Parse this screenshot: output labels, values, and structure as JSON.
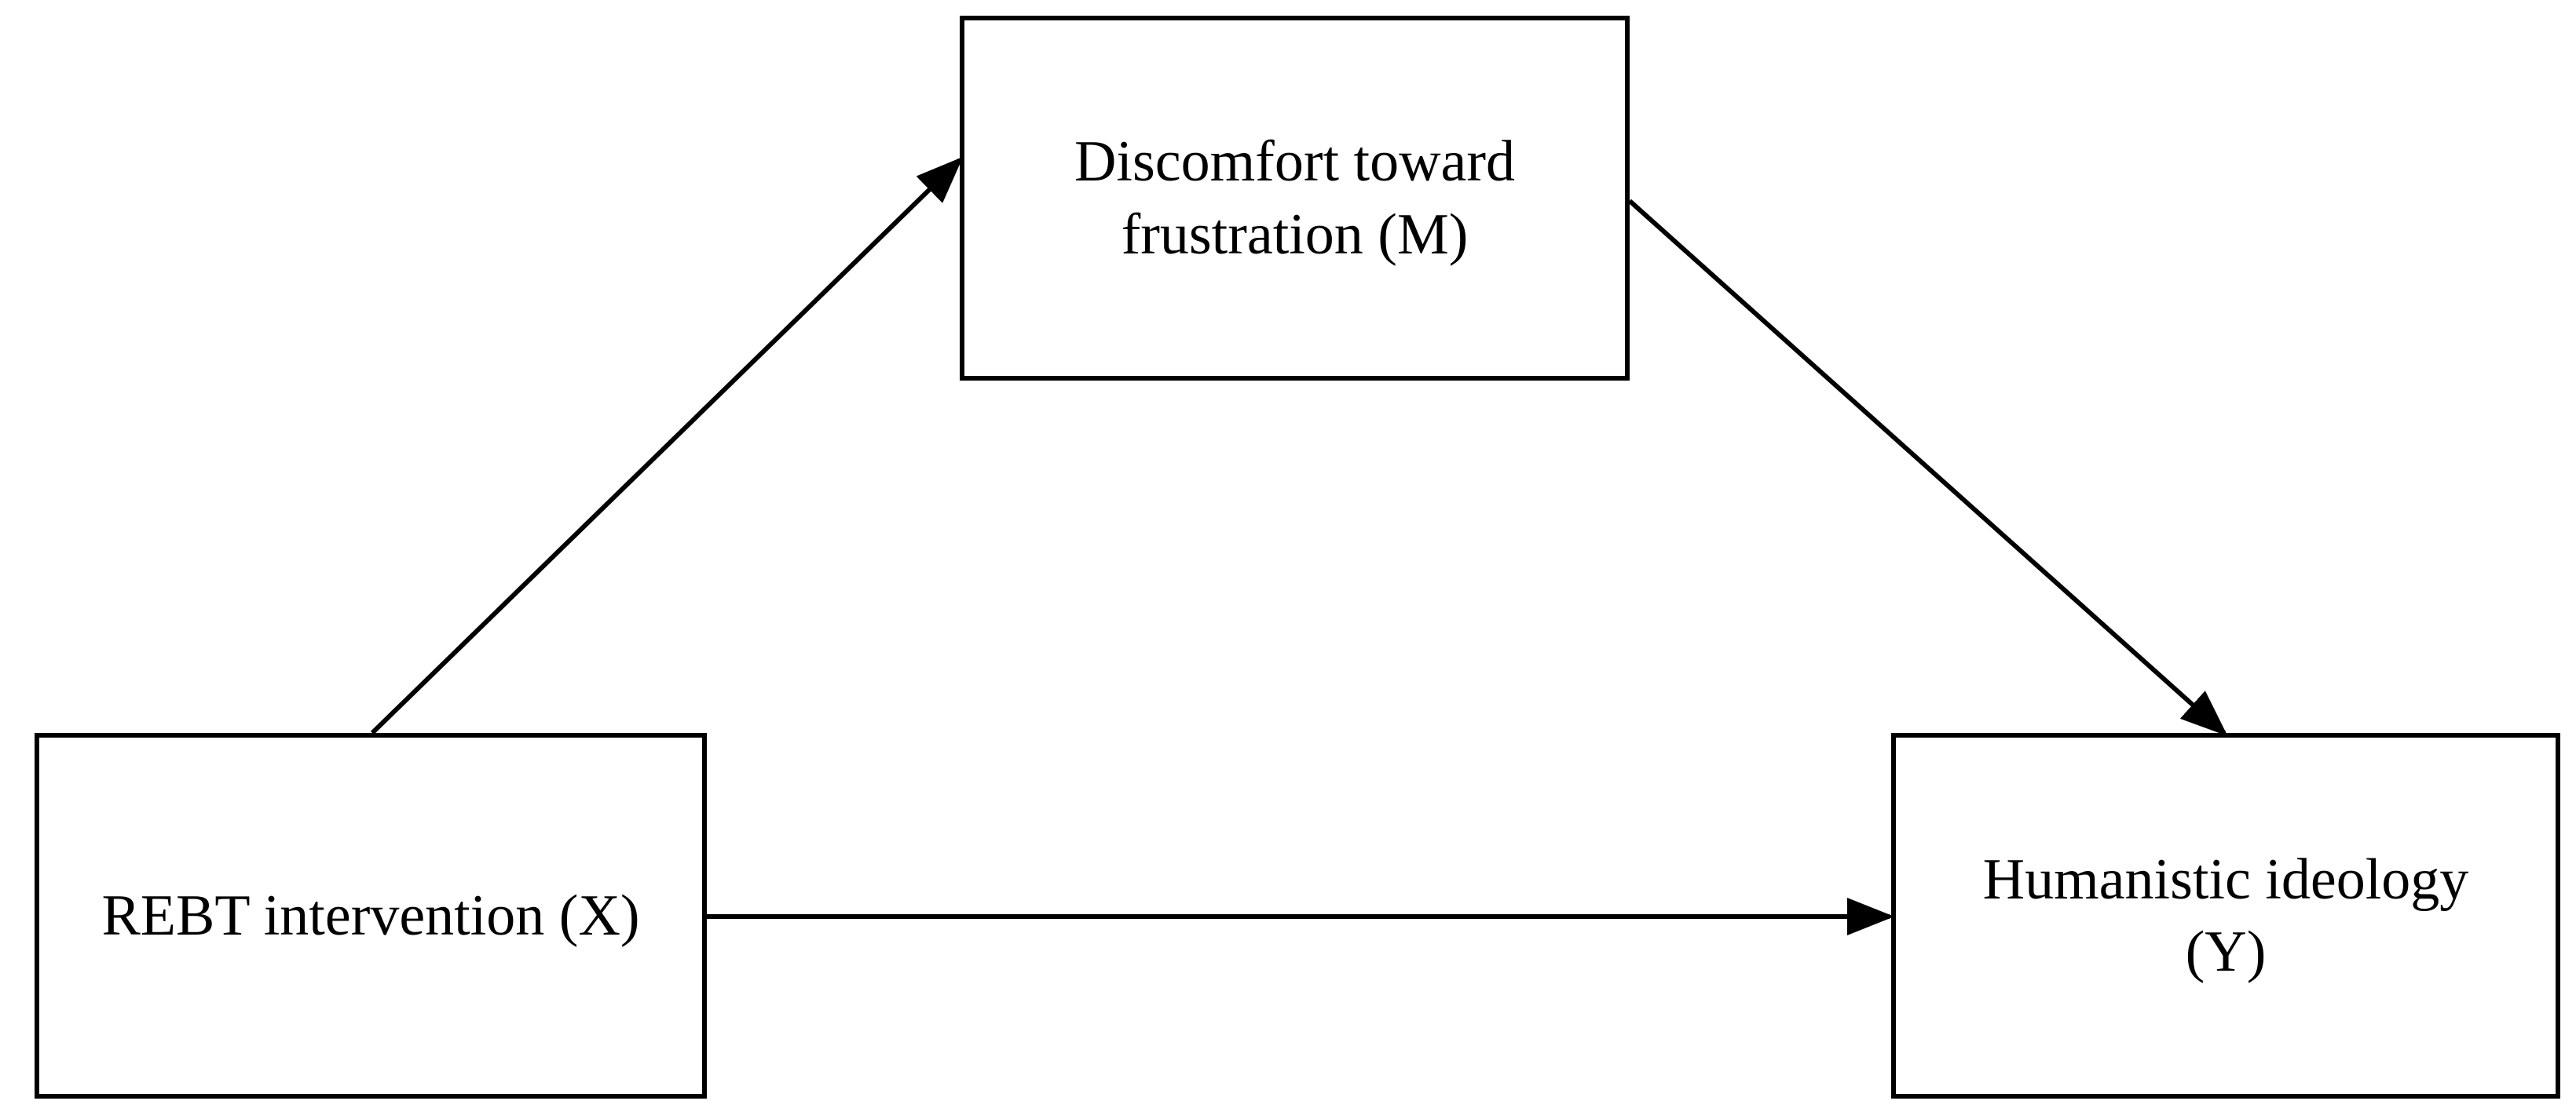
{
  "diagram": {
    "nodes": {
      "mediator": {
        "lines": [
          "Discomfort toward",
          "frustration (M)"
        ]
      },
      "independent": {
        "lines": [
          "REBT intervention (X)"
        ]
      },
      "dependent": {
        "lines": [
          "Humanistic ideology",
          "(Y)"
        ]
      }
    },
    "edges": [
      {
        "from": "independent",
        "to": "mediator"
      },
      {
        "from": "mediator",
        "to": "dependent"
      },
      {
        "from": "independent",
        "to": "dependent"
      }
    ],
    "colors": {
      "stroke": "#000000",
      "background": "#ffffff"
    }
  }
}
